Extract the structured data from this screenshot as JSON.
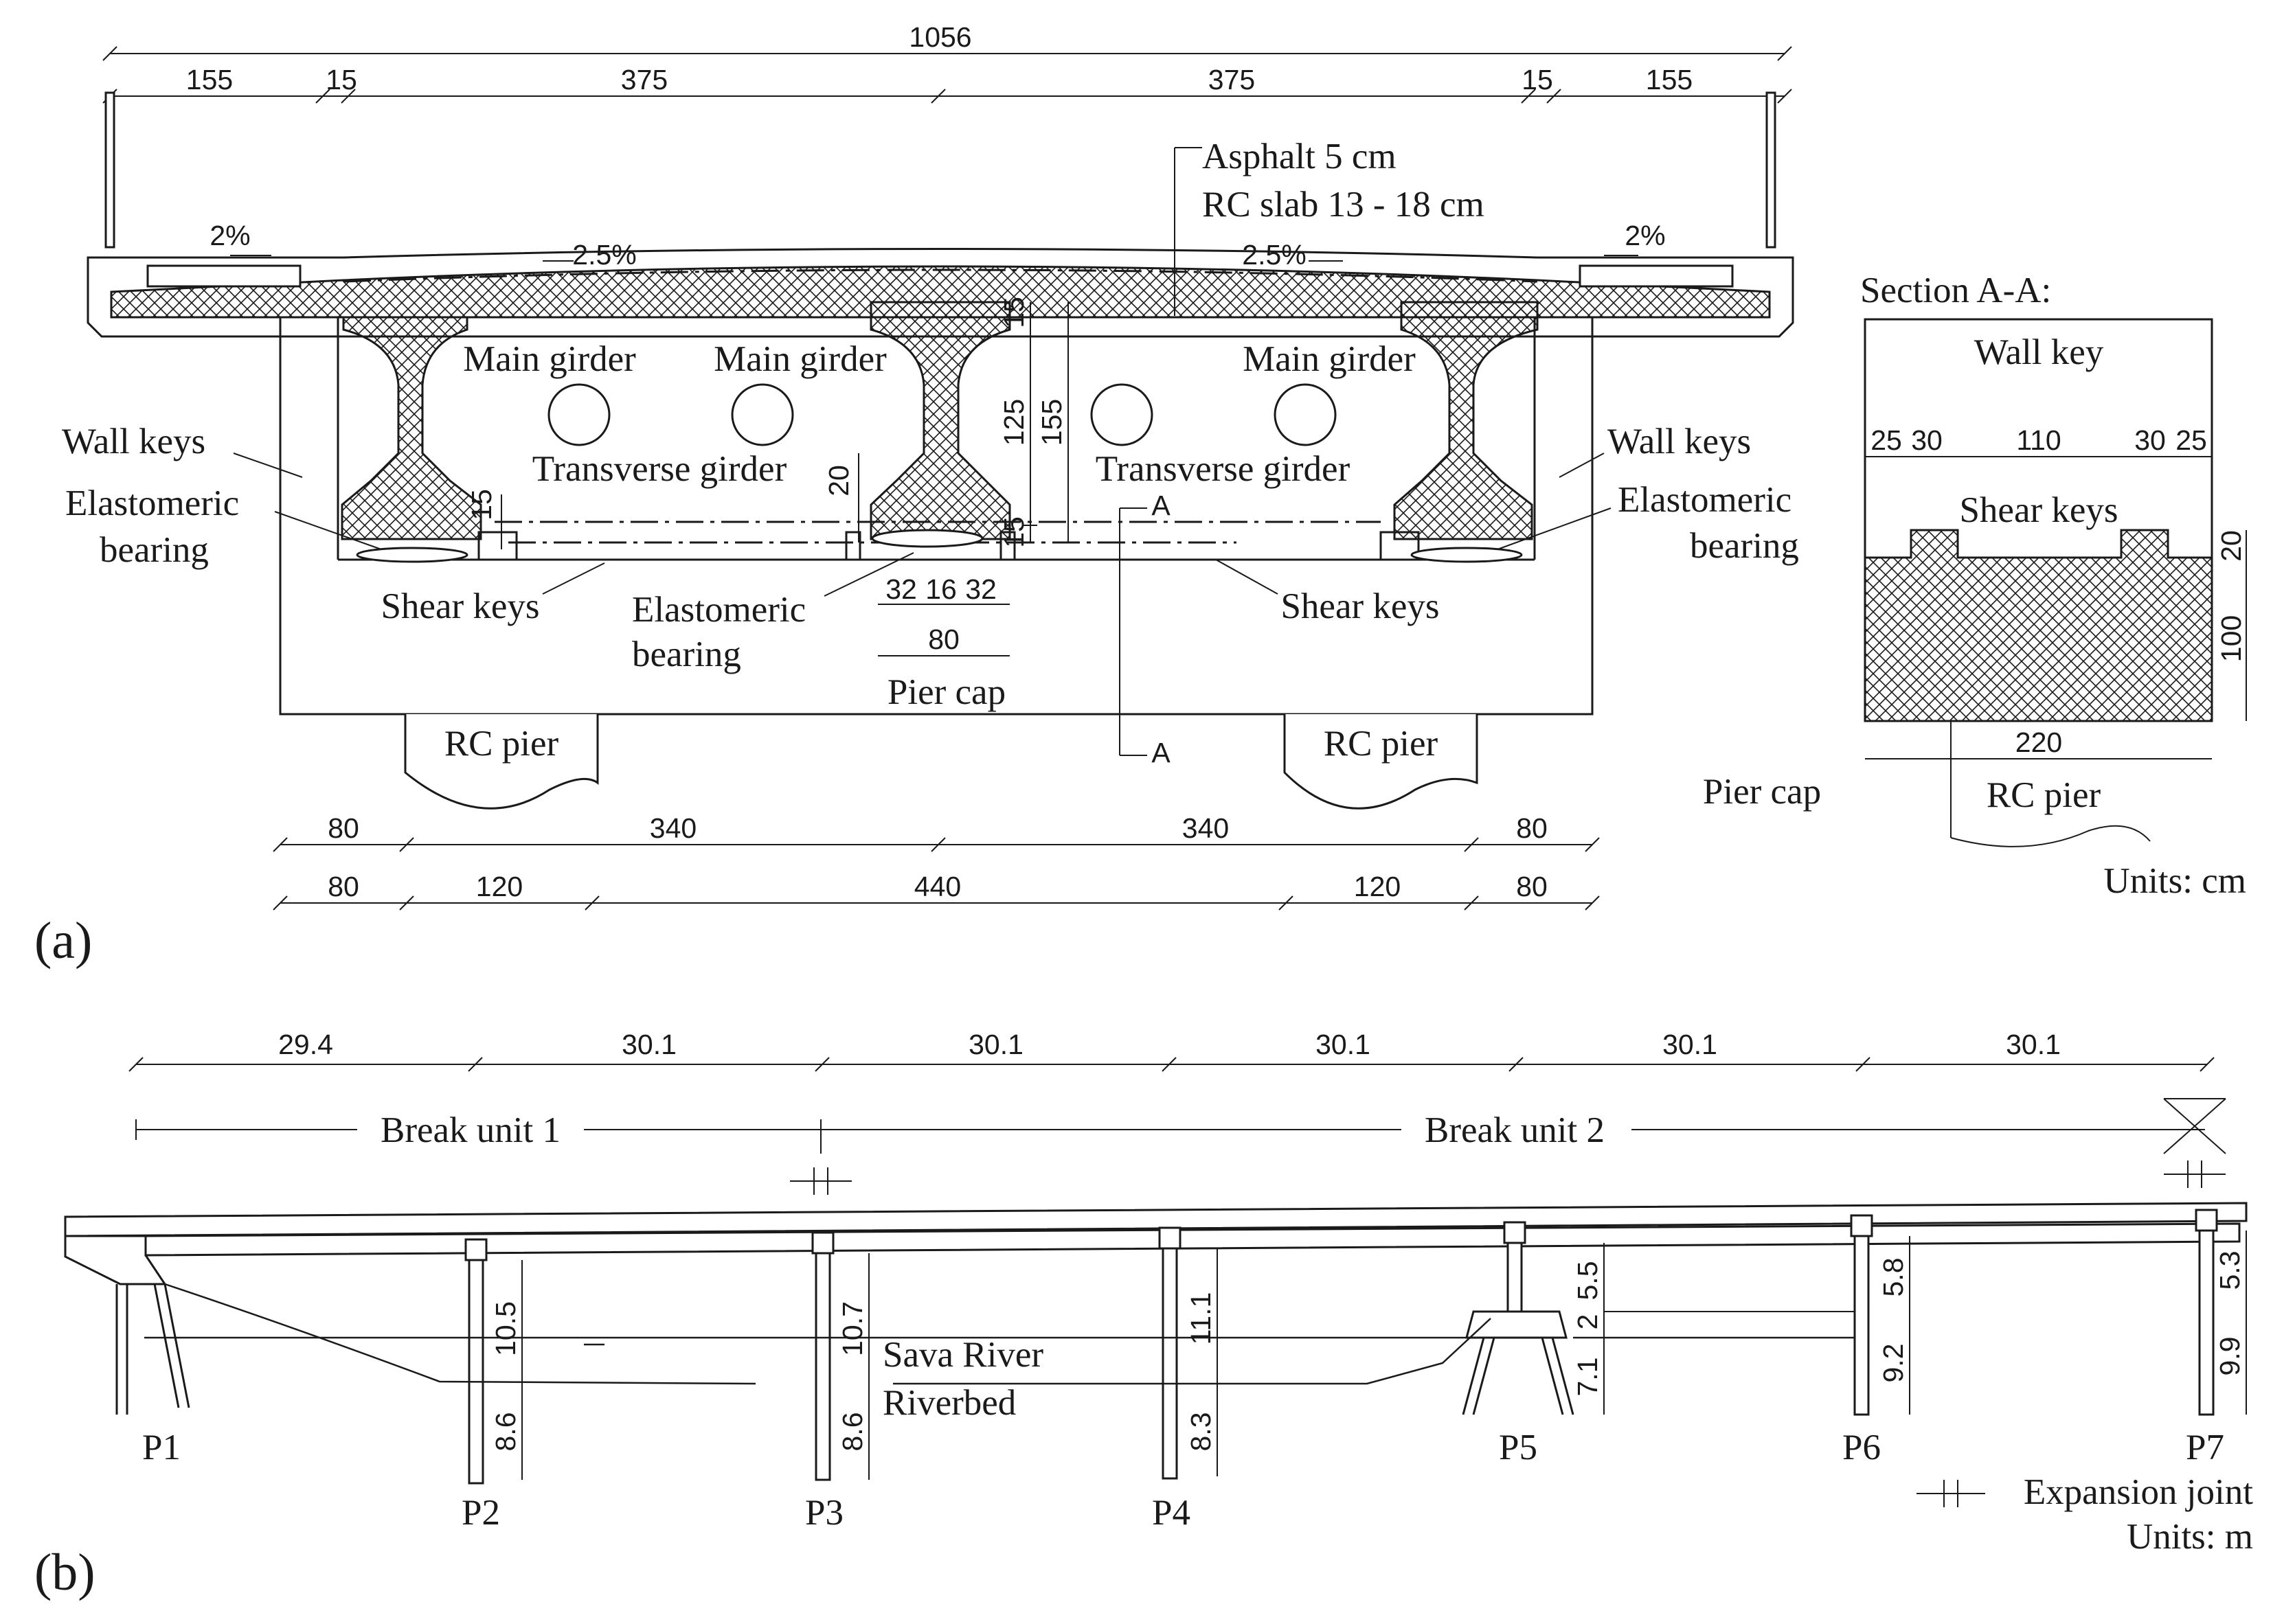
{
  "panel_a": {
    "label": "(a)",
    "dims_top": {
      "total": "1056",
      "d1": "155",
      "d2": "15",
      "d3": "375",
      "d4": "375",
      "d5": "15",
      "d6": "155"
    },
    "slopes": {
      "left_2": "2%",
      "left_25": "2.5%",
      "right_25": "2.5%",
      "right_2": "2%"
    },
    "notes": {
      "asphalt": "Asphalt 5 cm",
      "slab": "RC slab 13 - 18 cm"
    },
    "labels": {
      "main_girder_1": "Main girder",
      "main_girder_2": "Main girder",
      "main_girder_3": "Main girder",
      "transverse_girder_1": "Transverse girder",
      "transverse_girder_2": "Transverse girder",
      "wall_keys_left": "Wall keys",
      "wall_keys_right": "Wall keys",
      "elast_left_1": "Elastomeric",
      "elast_left_2": "bearing",
      "elast_right_1": "Elastomeric",
      "elast_right_2": "bearing",
      "elast_mid_1": "Elastomeric",
      "elast_mid_2": "bearing",
      "shear_keys_left": "Shear keys",
      "shear_keys_right": "Shear keys",
      "pier_cap": "Pier cap",
      "rc_pier_left": "RC pier",
      "rc_pier_right": "RC pier",
      "section_a1": "A",
      "section_a2": "A"
    },
    "dims_vertical": {
      "v15_top": "15",
      "v125": "125",
      "v155": "155",
      "v15_bot": "15",
      "v20": "20",
      "v15_left": "15"
    },
    "dims_bearing": {
      "b1": "32",
      "b2": "16",
      "b3": "32",
      "b4": "80"
    },
    "dims_bottom_1": {
      "a": "80",
      "b": "340",
      "c": "340",
      "d": "80"
    },
    "dims_bottom_2": {
      "a": "80",
      "b": "120",
      "c": "440",
      "d": "120",
      "e": "80"
    }
  },
  "section_aa": {
    "title": "Section A-A:",
    "wall_key": "Wall key",
    "shear_keys": "Shear keys",
    "dims_top": {
      "a": "25",
      "b": "30",
      "c": "110",
      "d": "30",
      "e": "25"
    },
    "dim_20": "20",
    "dim_100": "100",
    "dim_220": "220",
    "pier_cap": "Pier cap",
    "rc_pier": "RC pier",
    "units": "Units: cm"
  },
  "panel_b": {
    "label": "(b)",
    "spans": [
      "29.4",
      "30.1",
      "30.1",
      "30.1",
      "30.1",
      "30.1"
    ],
    "break_unit_1": "Break unit 1",
    "break_unit_2": "Break unit 2",
    "piers": [
      "P1",
      "P2",
      "P3",
      "P4",
      "P5",
      "P6",
      "P7"
    ],
    "heights": {
      "p2_upper": "10.5",
      "p2_lower": "8.6",
      "p3_upper": "10.7",
      "p3_lower": "8.6",
      "p4_upper": "11.1",
      "p4_lower": "8.3",
      "p5_a": "5.5",
      "p5_b": "2",
      "p5_c": "7.1",
      "p6_upper": "5.8",
      "p6_lower": "9.2",
      "p7_upper": "5.3",
      "p7_lower": "9.9"
    },
    "river": "Sava River",
    "riverbed": "Riverbed",
    "legend_expansion": "Expansion joint",
    "units": "Units: m"
  }
}
